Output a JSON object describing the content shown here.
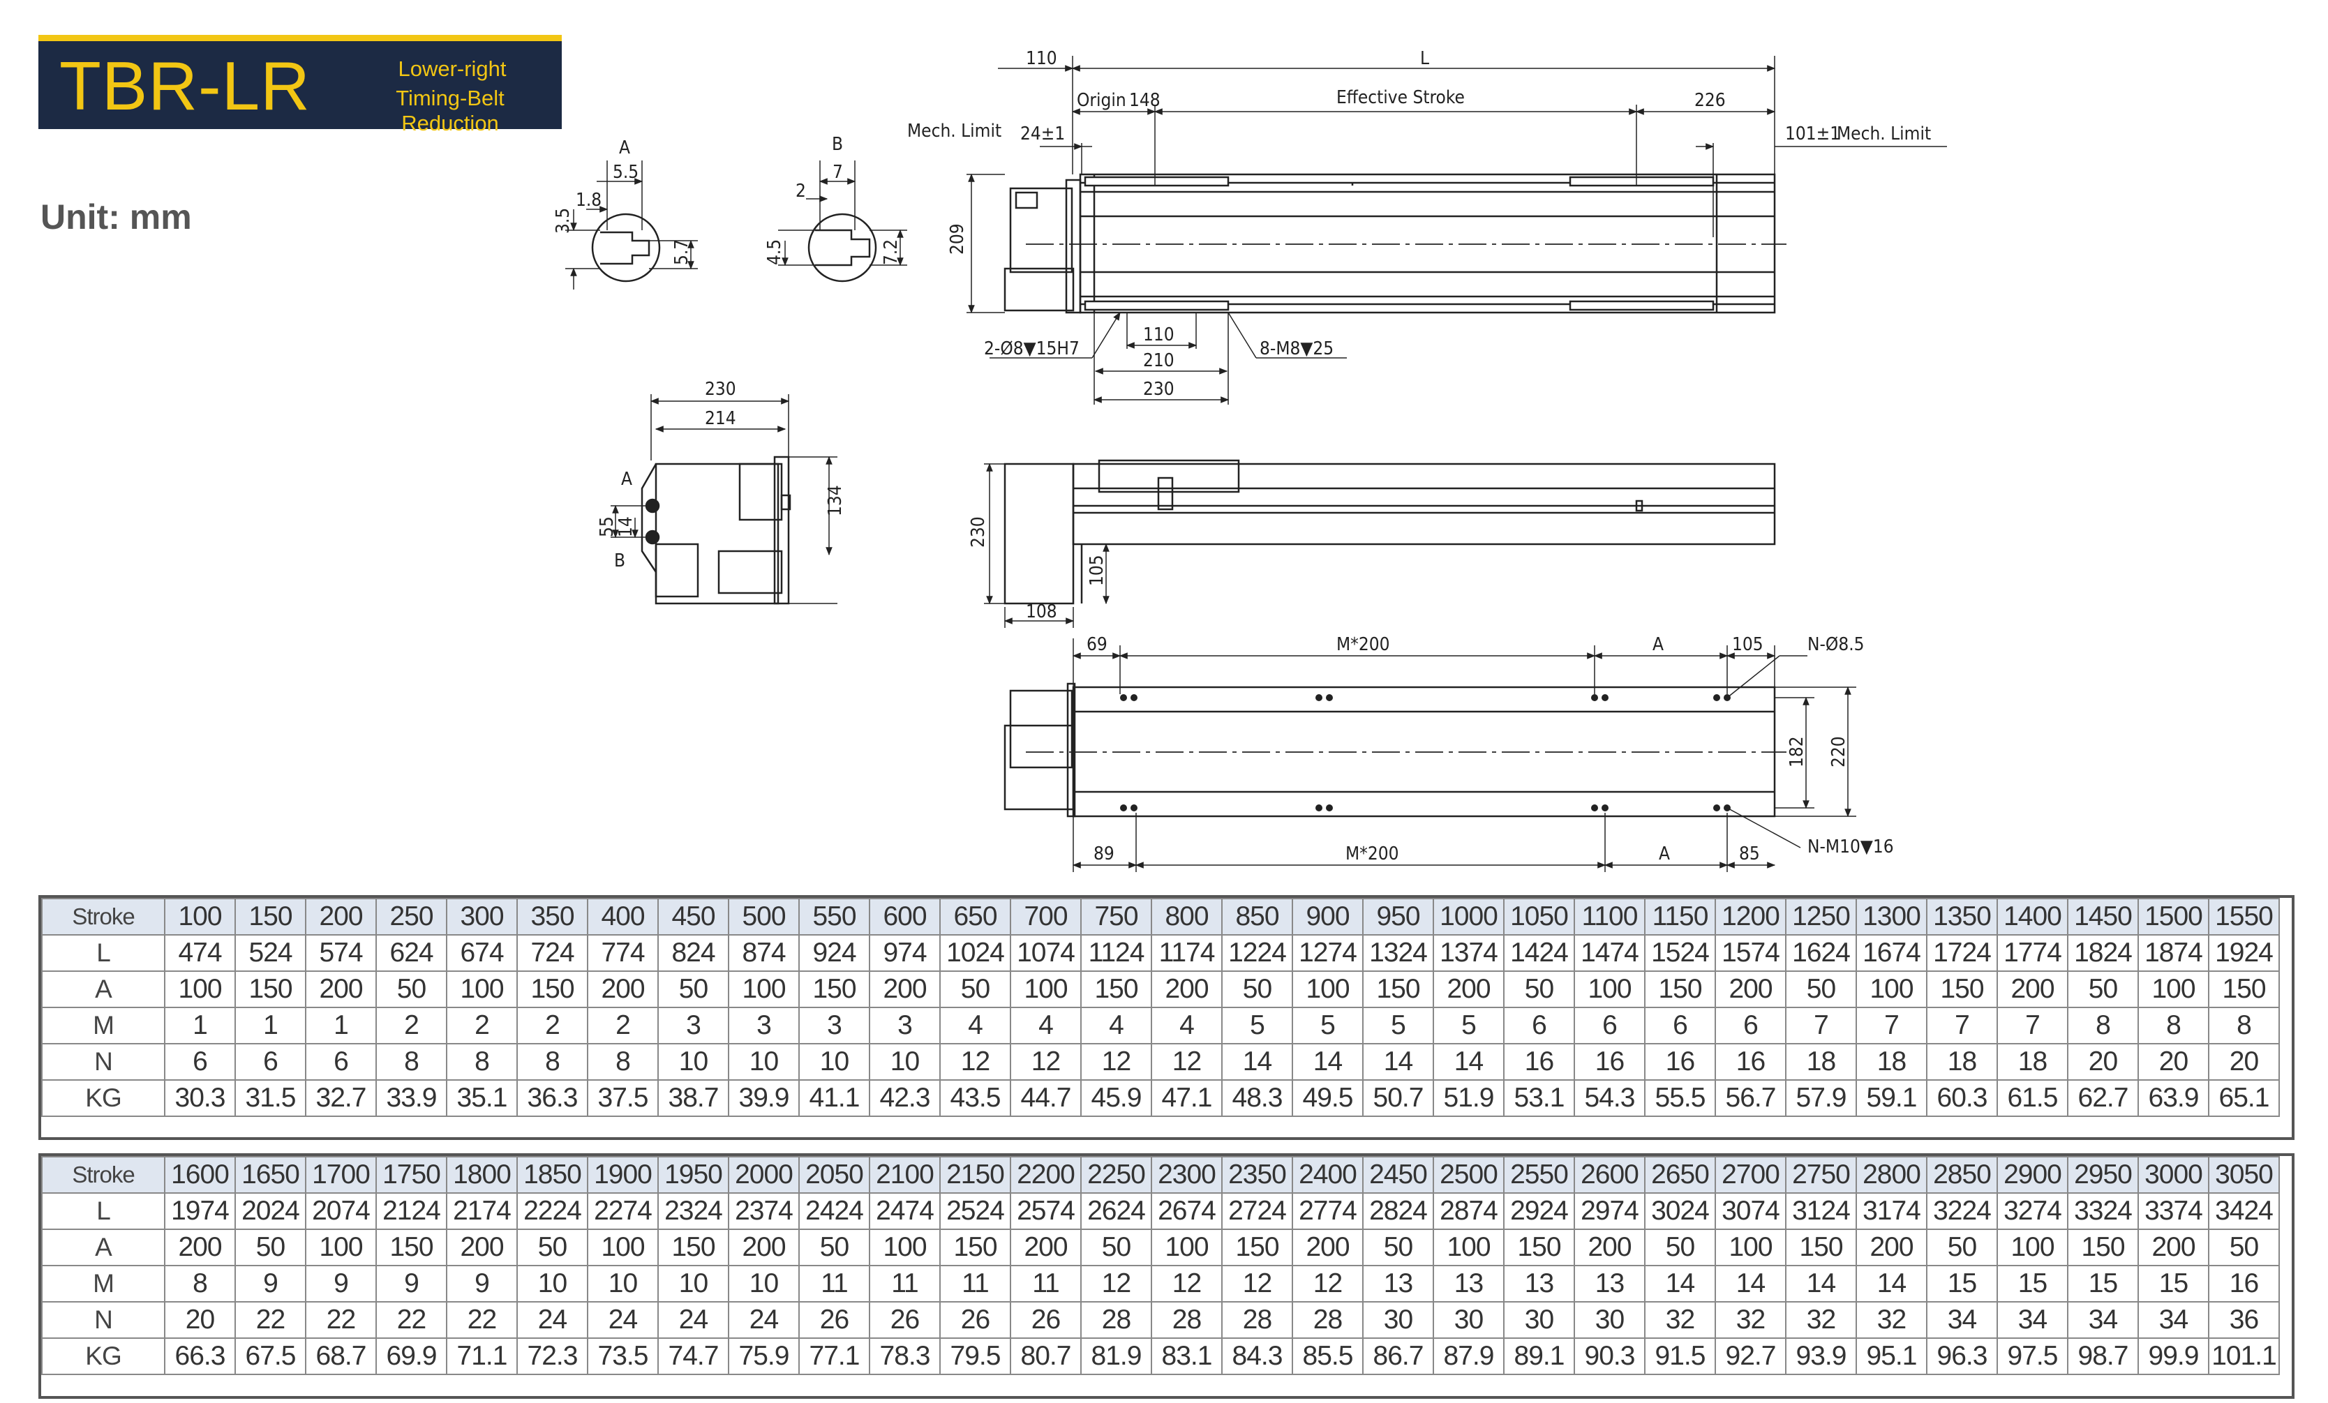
{
  "header": {
    "model": "TBR-LR",
    "subtitle_line1": "Lower-right",
    "subtitle_line2": "Timing-Belt Reduction",
    "unit_label": "Unit: mm"
  },
  "drawing": {
    "top_view": {
      "dim_110": "110",
      "dim_L": "L",
      "origin": "Origin",
      "dim_148": "148",
      "effective_stroke": "Effective Stroke",
      "dim_226": "226",
      "mech_limit_left": "Mech. Limit",
      "dim_24": "24±1",
      "dim_101": "101±1",
      "mech_limit_right": "Mech. Limit",
      "dim_209": "209",
      "dim_110b": "110",
      "dim_210": "210",
      "dim_230": "230",
      "hole_left": "2-Ø8▼15H7",
      "hole_right": "8-M8▼25"
    },
    "detail_a": {
      "label": "A",
      "dim_55": "5.5",
      "dim_18": "1.8",
      "dim_35": "3.5",
      "dim_57": "5.7"
    },
    "detail_b": {
      "label": "B",
      "dim_7": "7",
      "dim_2": "2",
      "dim_45": "4.5",
      "dim_72": "7.2"
    },
    "end_view": {
      "dim_230": "230",
      "dim_214": "214",
      "dim_134": "134",
      "dim_55": "55",
      "dim_14": "14",
      "label_a": "A",
      "label_b": "B"
    },
    "side_view": {
      "dim_230": "230",
      "dim_105": "105",
      "dim_108": "108"
    },
    "bottom_view": {
      "dim_69": "69",
      "dim_m200_top": "M*200",
      "dim_a_top": "A",
      "dim_105": "105",
      "hole_n85": "N-Ø8.5",
      "dim_182": "182",
      "dim_220": "220",
      "dim_89": "89",
      "dim_m200_bot": "M*200",
      "dim_a_bot": "A",
      "dim_85": "85",
      "hole_m10": "N-M10▼16"
    }
  },
  "table1": {
    "row_labels": [
      "Stroke",
      "L",
      "A",
      "M",
      "N",
      "KG"
    ],
    "stroke": [
      "100",
      "150",
      "200",
      "250",
      "300",
      "350",
      "400",
      "450",
      "500",
      "550",
      "600",
      "650",
      "700",
      "750",
      "800",
      "850",
      "900",
      "950",
      "1000",
      "1050",
      "1100",
      "1150",
      "1200",
      "1250",
      "1300",
      "1350",
      "1400",
      "1450",
      "1500",
      "1550"
    ],
    "L": [
      "474",
      "524",
      "574",
      "624",
      "674",
      "724",
      "774",
      "824",
      "874",
      "924",
      "974",
      "1024",
      "1074",
      "1124",
      "1174",
      "1224",
      "1274",
      "1324",
      "1374",
      "1424",
      "1474",
      "1524",
      "1574",
      "1624",
      "1674",
      "1724",
      "1774",
      "1824",
      "1874",
      "1924"
    ],
    "A": [
      "100",
      "150",
      "200",
      "50",
      "100",
      "150",
      "200",
      "50",
      "100",
      "150",
      "200",
      "50",
      "100",
      "150",
      "200",
      "50",
      "100",
      "150",
      "200",
      "50",
      "100",
      "150",
      "200",
      "50",
      "100",
      "150",
      "200",
      "50",
      "100",
      "150"
    ],
    "M": [
      "1",
      "1",
      "1",
      "2",
      "2",
      "2",
      "2",
      "3",
      "3",
      "3",
      "3",
      "4",
      "4",
      "4",
      "4",
      "5",
      "5",
      "5",
      "5",
      "6",
      "6",
      "6",
      "6",
      "7",
      "7",
      "7",
      "7",
      "8",
      "8",
      "8"
    ],
    "N": [
      "6",
      "6",
      "6",
      "8",
      "8",
      "8",
      "8",
      "10",
      "10",
      "10",
      "10",
      "12",
      "12",
      "12",
      "12",
      "14",
      "14",
      "14",
      "14",
      "16",
      "16",
      "16",
      "16",
      "18",
      "18",
      "18",
      "18",
      "20",
      "20",
      "20"
    ],
    "KG": [
      "30.3",
      "31.5",
      "32.7",
      "33.9",
      "35.1",
      "36.3",
      "37.5",
      "38.7",
      "39.9",
      "41.1",
      "42.3",
      "43.5",
      "44.7",
      "45.9",
      "47.1",
      "48.3",
      "49.5",
      "50.7",
      "51.9",
      "53.1",
      "54.3",
      "55.5",
      "56.7",
      "57.9",
      "59.1",
      "60.3",
      "61.5",
      "62.7",
      "63.9",
      "65.1"
    ]
  },
  "table2": {
    "row_labels": [
      "Stroke",
      "L",
      "A",
      "M",
      "N",
      "KG"
    ],
    "stroke": [
      "1600",
      "1650",
      "1700",
      "1750",
      "1800",
      "1850",
      "1900",
      "1950",
      "2000",
      "2050",
      "2100",
      "2150",
      "2200",
      "2250",
      "2300",
      "2350",
      "2400",
      "2450",
      "2500",
      "2550",
      "2600",
      "2650",
      "2700",
      "2750",
      "2800",
      "2850",
      "2900",
      "2950",
      "3000",
      "3050"
    ],
    "L": [
      "1974",
      "2024",
      "2074",
      "2124",
      "2174",
      "2224",
      "2274",
      "2324",
      "2374",
      "2424",
      "2474",
      "2524",
      "2574",
      "2624",
      "2674",
      "2724",
      "2774",
      "2824",
      "2874",
      "2924",
      "2974",
      "3024",
      "3074",
      "3124",
      "3174",
      "3224",
      "3274",
      "3324",
      "3374",
      "3424"
    ],
    "A": [
      "200",
      "50",
      "100",
      "150",
      "200",
      "50",
      "100",
      "150",
      "200",
      "50",
      "100",
      "150",
      "200",
      "50",
      "100",
      "150",
      "200",
      "50",
      "100",
      "150",
      "200",
      "50",
      "100",
      "150",
      "200",
      "50",
      "100",
      "150",
      "200",
      "50"
    ],
    "M": [
      "8",
      "9",
      "9",
      "9",
      "9",
      "10",
      "10",
      "10",
      "10",
      "11",
      "11",
      "11",
      "11",
      "12",
      "12",
      "12",
      "12",
      "13",
      "13",
      "13",
      "13",
      "14",
      "14",
      "14",
      "14",
      "15",
      "15",
      "15",
      "15",
      "16"
    ],
    "N": [
      "20",
      "22",
      "22",
      "22",
      "22",
      "24",
      "24",
      "24",
      "24",
      "26",
      "26",
      "26",
      "26",
      "28",
      "28",
      "28",
      "28",
      "30",
      "30",
      "30",
      "30",
      "32",
      "32",
      "32",
      "32",
      "34",
      "34",
      "34",
      "34",
      "36"
    ],
    "KG": [
      "66.3",
      "67.5",
      "68.7",
      "69.9",
      "71.1",
      "72.3",
      "73.5",
      "74.7",
      "75.9",
      "77.1",
      "78.3",
      "79.5",
      "80.7",
      "81.9",
      "83.1",
      "84.3",
      "85.5",
      "86.7",
      "87.9",
      "89.1",
      "90.3",
      "91.5",
      "92.7",
      "93.9",
      "95.1",
      "96.3",
      "97.5",
      "98.7",
      "99.9",
      "101.1"
    ]
  }
}
